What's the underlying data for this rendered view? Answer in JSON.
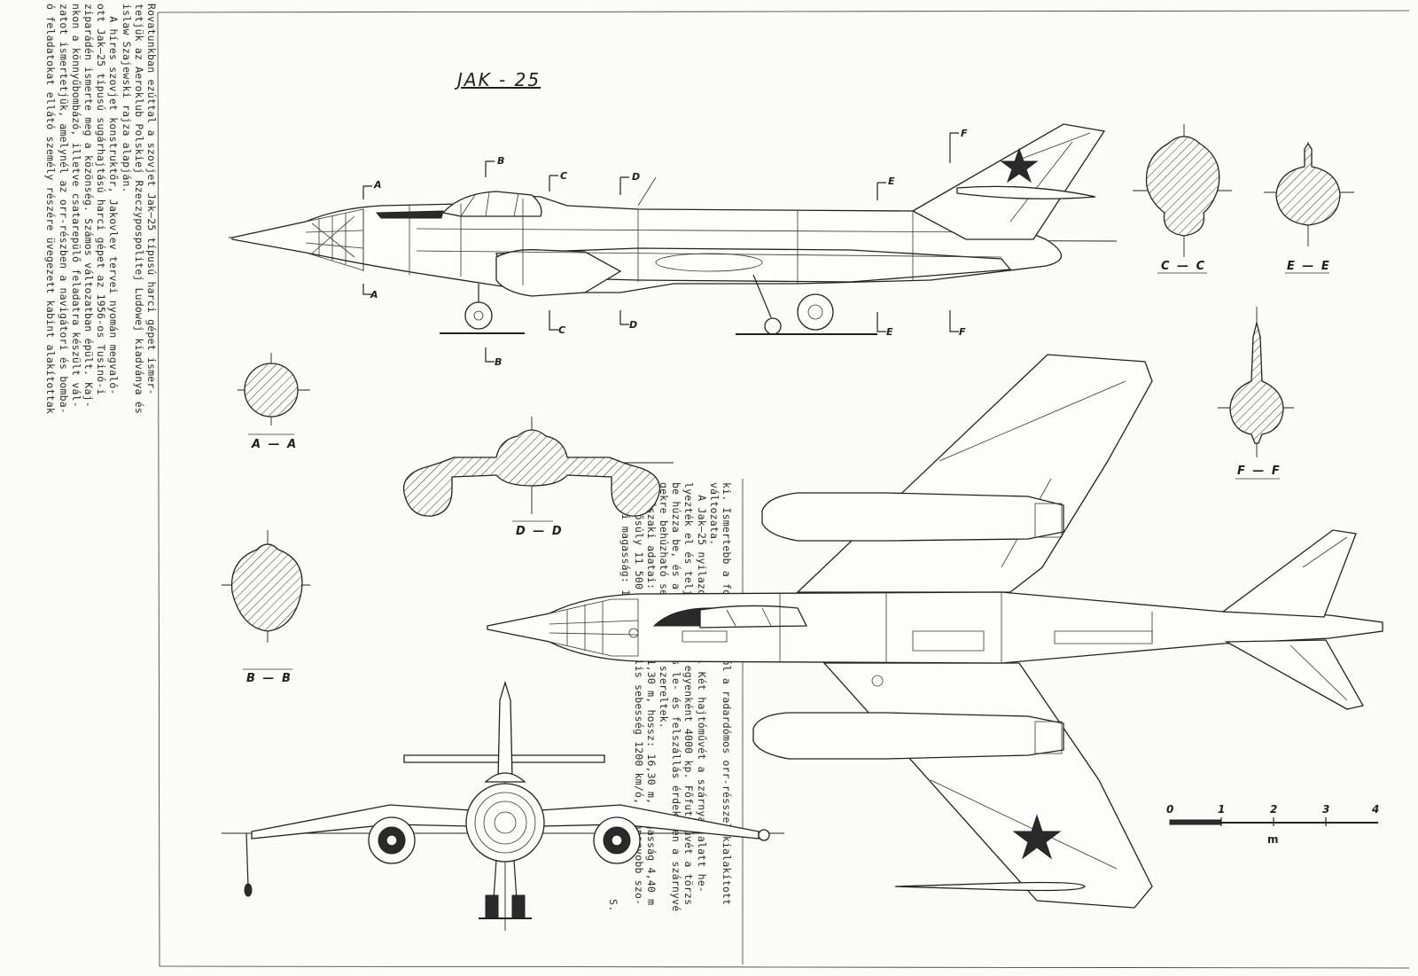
{
  "drawing": {
    "title": "JAK - 25",
    "section_labels": {
      "aa": "A — A",
      "bb": "B — B",
      "cc": "C — C",
      "dd": "D — D",
      "ee": "E — E",
      "ff": "F — F"
    },
    "cut_marks": {
      "a": "A",
      "b": "B",
      "c": "C",
      "d": "D",
      "e": "E",
      "f": "F"
    },
    "scale": {
      "ticks": [
        "0",
        "1",
        "2",
        "3",
        "4"
      ],
      "unit": "m"
    }
  },
  "article": {
    "left_lines": [
      "Rovatunkban ezúttal a szovjet Jak—25 típusú harci gépet ismer-",
      "tetjük az Aeroklub Polskiej Rzeczypospolitej Ludowej kiadványa és",
      "islaw Szajewski rajza alapján.",
      "  A híres szovjet konstruktőr, Jakovlev tervei nyomán megvaló-",
      "ott Jak—25 típusú sugárhajtású harci gépet az 1956-os Tusinó-i",
      "ziparádén ismerte meg a közönség. Számos változatban épült. Kaj-",
      "nkon a könnyűbombázó, illetve csatarepülő feladatra készült vál-",
      "zatot ismertetjük, amelynél az orr-részben a navigátori és bomba-",
      "ó feladatokat ellátó személy részére üvegezett kabint alakítottak"
    ],
    "right_lines": [
      "ki. Ismertebb a folyóiratokból a radardómos orr-résszel kialakított",
      "változata.",
      "  A Jak—25 nyilazott szárnyú. Két hajtóművét a szárnyak alatt he-",
      "lyezték el és teljesítményük egyenként 4000 kp. Főfutóművét a törzs",
      "be húzza be, és a biztonságos le- és felszállás érdekében a szárnyvé",
      "gekre behúzható segédfutókat szereltek.",
      "  Műszaki adatai: fesztáv: 11,30 m, hossz: 16,30 m, magasság 4,40 m",
      "repülősúly 11 500 kp, maximális sebesség 1200 km/ó, legnagyobb szo-",
      "gálati magasság: 15 000 m.",
      "                                                                  S."
    ]
  }
}
